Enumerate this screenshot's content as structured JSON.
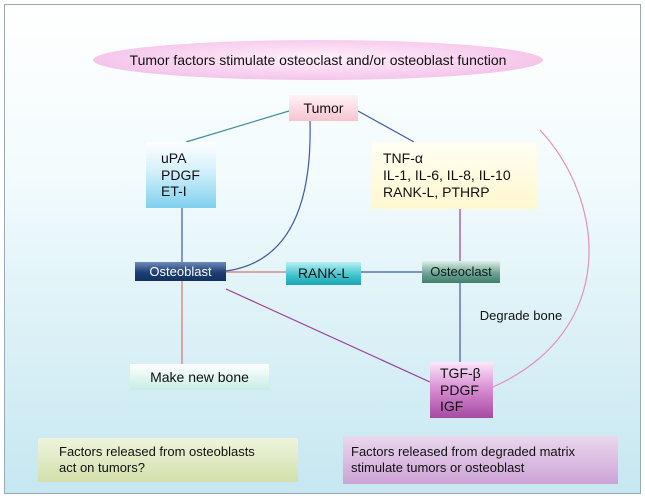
{
  "title": "Tumor factors stimulate osteoclast and/or osteoblast function",
  "nodes": {
    "tumor": "Tumor",
    "osteoblast_factors": [
      "uPA",
      "PDGF",
      "ET-I"
    ],
    "osteoclast_factors": [
      "TNF-α",
      "IL-1, IL-6, IL-8, IL-10",
      "RANK-L, PTHRP"
    ],
    "osteoblast": "Osteoblast",
    "rank_l": "RANK-L",
    "osteoclast": "Osteoclast",
    "degrade_bone": "Degrade bone",
    "make_new_bone": "Make new bone",
    "matrix_factors": [
      "TGF-β",
      "PDGF",
      "IGF"
    ]
  },
  "notes": {
    "left": [
      "Factors released from osteoblasts",
      "act on tumors?"
    ],
    "right": [
      "Factors released from degraded matrix",
      "stimulate tumors or osteoblast"
    ]
  },
  "colors": {
    "link_blue": "#3d5aa6",
    "link_teal": "#3c8fa3",
    "link_red": "#d9786e",
    "link_purple": "#9c3f9a",
    "link_pink": "#e88fb8"
  }
}
